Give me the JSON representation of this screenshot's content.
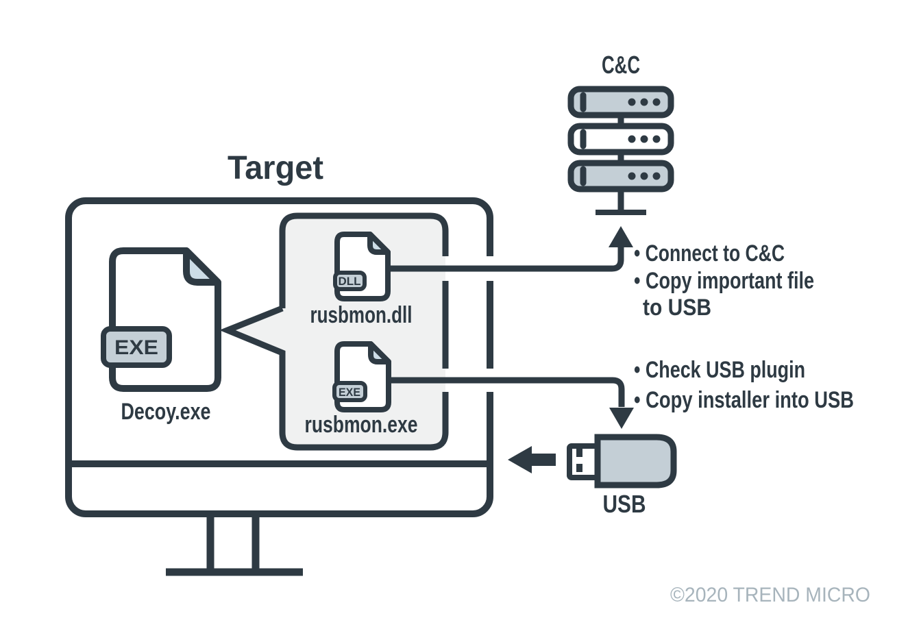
{
  "title": "Target",
  "monitor": {
    "decoy": {
      "label": "Decoy.exe",
      "badge": "EXE"
    },
    "payloads": {
      "dll": {
        "label": "rusbmon.dll",
        "badge": "DLL"
      },
      "exe": {
        "label": "rusbmon.exe",
        "badge": "EXE"
      }
    }
  },
  "cnc": {
    "label": "C&C"
  },
  "usb": {
    "label": "USB"
  },
  "annotations": {
    "cnc_actions": [
      "• Connect to C&C",
      "• Copy important file",
      "to USB"
    ],
    "usb_actions": [
      "• Check USB plugin",
      "• Copy installer into USB"
    ]
  },
  "copyright": "©2020 TREND MICRO",
  "icons": {
    "cnc": "server-stack-icon",
    "usb": "usb-drive-icon",
    "usb_insert": "arrow-left-icon",
    "decoy": "file-exe-icon",
    "dll": "file-dll-icon",
    "exe": "file-exe-icon",
    "to_cnc": "arrow-up-icon",
    "to_usb": "arrow-down-icon"
  },
  "colors": {
    "ink": "#2e3a43",
    "gray_blue": "#c4cfd6",
    "fold_blue": "#cddde7",
    "bubble_gray": "#f0f1f1",
    "copyright_gray": "#a7b4bc"
  }
}
